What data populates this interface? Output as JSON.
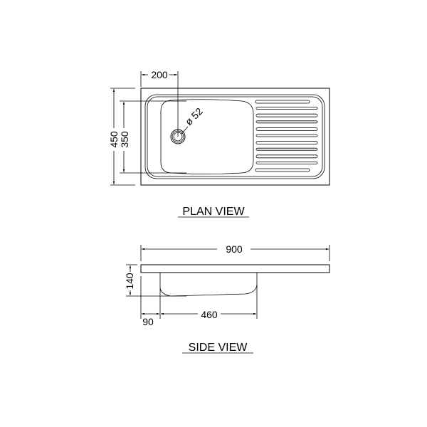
{
  "plan_view": {
    "title": "PLAN VIEW",
    "dim_drain_offset": "200",
    "dim_drain_diameter": "ø 52",
    "dim_overall_depth": "450",
    "dim_bowl_depth": "350"
  },
  "side_view": {
    "title": "SIDE VIEW",
    "dim_overall_length": "900",
    "dim_bowl_height": "140",
    "dim_bowl_offset": "90",
    "dim_bowl_length": "460"
  }
}
